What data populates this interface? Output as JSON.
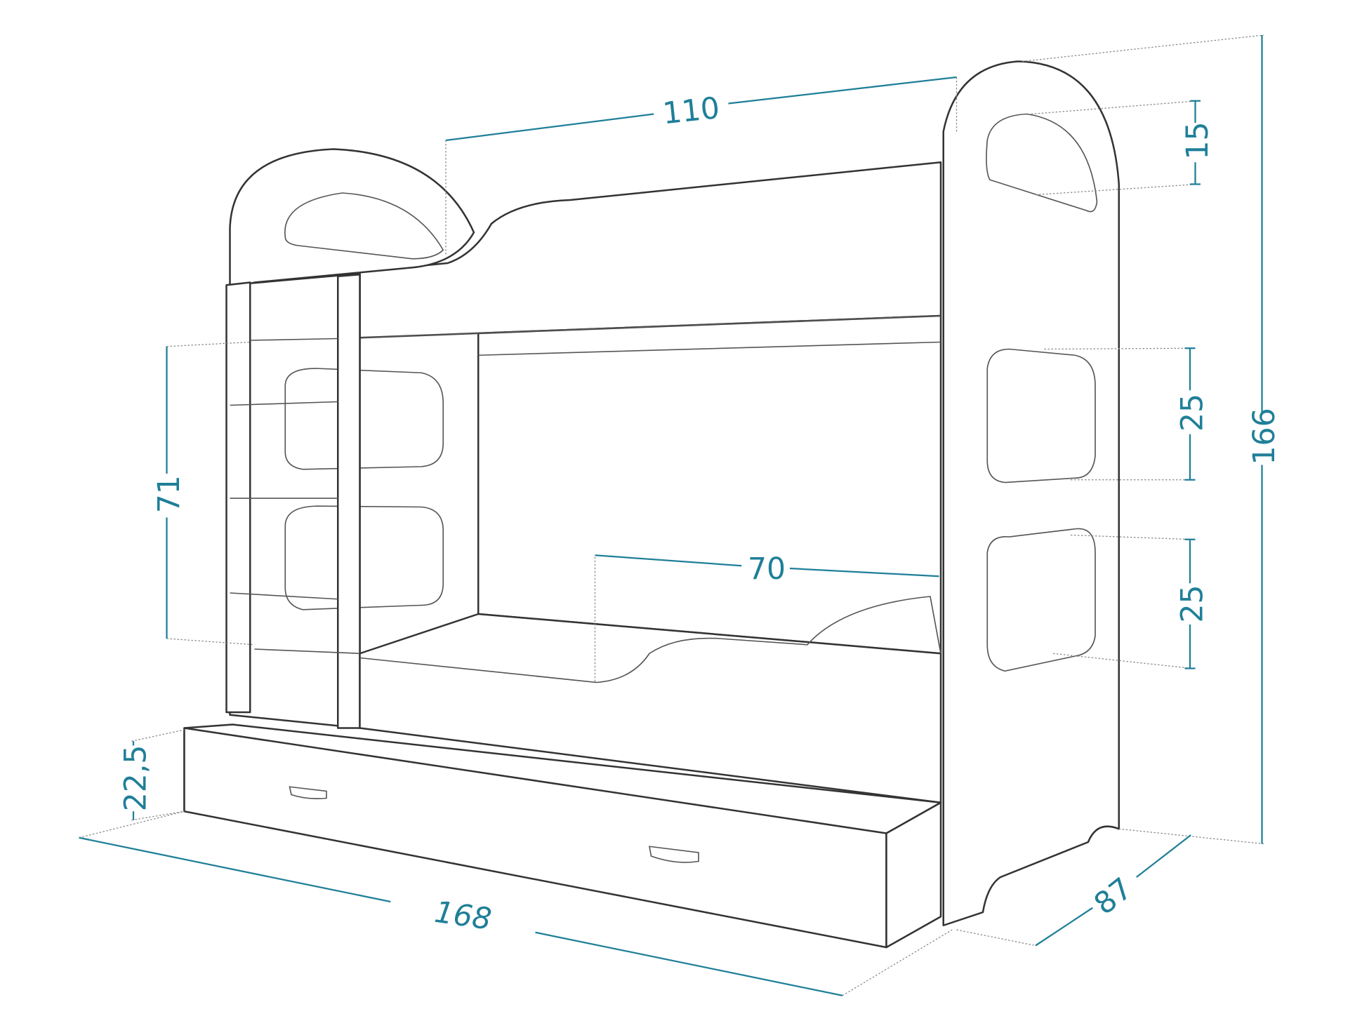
{
  "title": "Bunk bed dimensions",
  "accent_color": "#1f7f98",
  "dimensions": {
    "top_length": "110",
    "top_opening_height": "15",
    "upper_side_opening": "25",
    "lower_side_opening": "25",
    "total_height": "166",
    "ladder_height": "71",
    "mattress_opening": "70",
    "drawer_height": "22,5",
    "total_length": "168",
    "depth": "87"
  }
}
